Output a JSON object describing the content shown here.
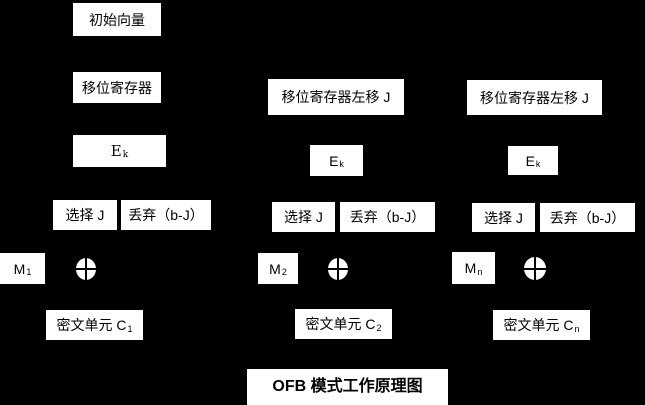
{
  "colors": {
    "background": "#000000",
    "box_fill": "#ffffff",
    "text": "#000000"
  },
  "title": "OFB 模式工作原理图",
  "col1": {
    "initial_vector": "初始向量",
    "shift_register": "移位寄存器",
    "encryptor": {
      "base": "E",
      "sub": "k"
    },
    "select": "选择 J",
    "discard": "丢弃（b-J）",
    "message": {
      "base": "M",
      "sub": "1"
    },
    "xor": "xor-symbol",
    "ciphertext": {
      "base": "密文单元 C",
      "sub": "1"
    }
  },
  "col2": {
    "shift_register": "移位寄存器左移 J",
    "encryptor": {
      "base": "E",
      "sub": "k"
    },
    "select": "选择 J",
    "discard": "丢弃（b-J）",
    "message": {
      "base": "M",
      "sub": "2"
    },
    "xor": "xor-symbol",
    "ciphertext": {
      "base": "密文单元 C",
      "sub": "2"
    }
  },
  "col3": {
    "shift_register": "移位寄存器左移 J",
    "encryptor": {
      "base": "E",
      "sub": "k"
    },
    "select": "选择 J",
    "discard": "丢弃（b-J）",
    "message": {
      "base": "M",
      "sub": "n"
    },
    "xor": "xor-symbol",
    "ciphertext": {
      "base": "密文单元 C",
      "sub": "n"
    }
  }
}
